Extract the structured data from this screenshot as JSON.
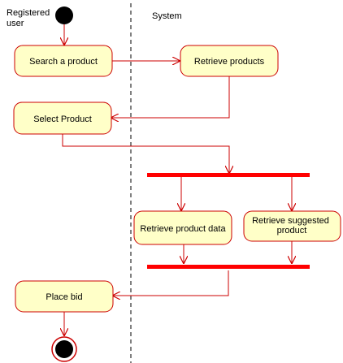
{
  "diagram": {
    "lanes": {
      "left": "Registered user",
      "left_line1": "Registered",
      "left_line2": "user",
      "right": "System"
    },
    "activities": {
      "search": "Search a product",
      "retrieve_products": "Retrieve products",
      "select": "Select Product",
      "retrieve_data": "Retrieve product data",
      "retrieve_suggested": "Retrieve suggested product",
      "retrieve_suggested_line1": "Retrieve suggested",
      "retrieve_suggested_line2": "product",
      "place_bid": "Place bid"
    },
    "colors": {
      "node_fill": "#ffffc8",
      "stroke": "#cc0000",
      "bar": "#ff0000",
      "start_fill": "#000000",
      "lane_divider": "#000000"
    }
  }
}
